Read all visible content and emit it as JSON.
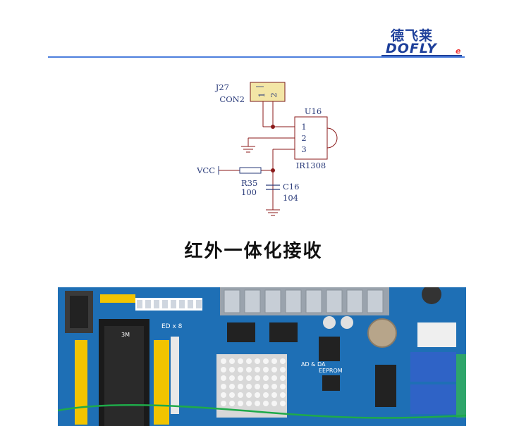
{
  "logo": {
    "brand_cn": "德飞莱",
    "brand_en": "DOFLY",
    "brand_e": "e"
  },
  "schematic": {
    "connector_ref": "J27",
    "connector_value": "CON2",
    "connector_pins": [
      "1",
      "2"
    ],
    "ic_ref": "U16",
    "ic_value": "IR1308",
    "ic_pins": [
      "1",
      "2",
      "3"
    ],
    "resistor_ref": "R35",
    "resistor_value": "100",
    "capacitor_ref": "C16",
    "capacitor_value": "104",
    "power_label": "VCC"
  },
  "caption": "红外一体化接收",
  "photo": {
    "label_ed": "ED x 8",
    "label_eeprom": "EEPROM",
    "label_ad": "AD & DA",
    "label_3m": "3M"
  },
  "colors": {
    "brand_blue": "#1d3f9a",
    "rule_blue": "#4d7fdd",
    "wire_red": "#8b1a1a",
    "component_blue": "#2a3b7a",
    "component_fill": "#f3e6a6",
    "pcb_blue": "#1e6fb5"
  }
}
